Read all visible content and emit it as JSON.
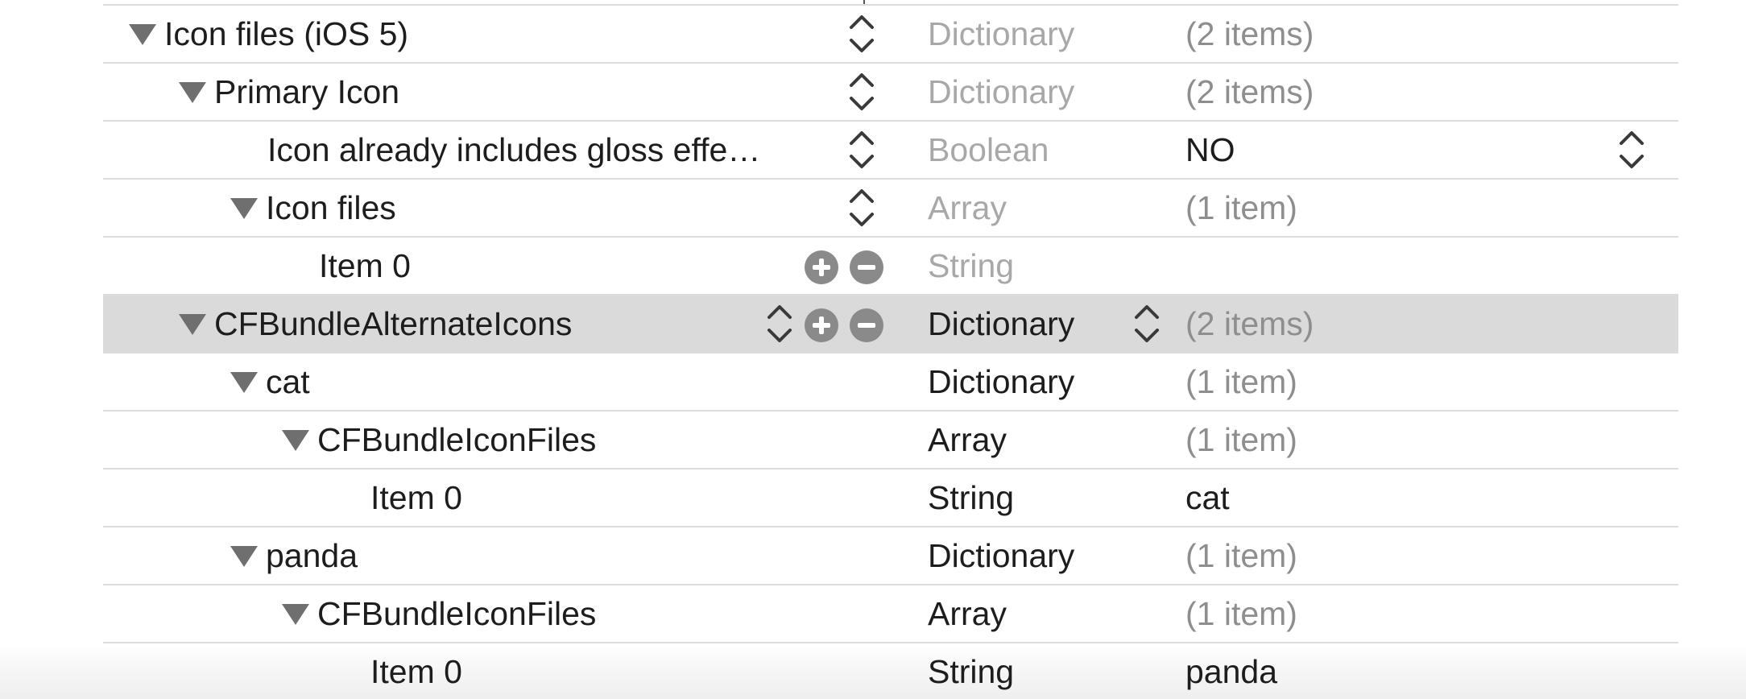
{
  "rows": [
    {
      "key": "Icon files (iOS 5)",
      "type": "Dictionary",
      "value": "(2 items)"
    },
    {
      "key": "Primary Icon",
      "type": "Dictionary",
      "value": "(2 items)"
    },
    {
      "key": "Icon already includes gloss effe…",
      "type": "Boolean",
      "value": "NO"
    },
    {
      "key": "Icon files",
      "type": "Array",
      "value": "(1 item)"
    },
    {
      "key": "Item 0",
      "type": "String",
      "value": ""
    },
    {
      "key": "CFBundleAlternateIcons",
      "type": "Dictionary",
      "value": "(2 items)"
    },
    {
      "key": "cat",
      "type": "Dictionary",
      "value": "(1 item)"
    },
    {
      "key": "CFBundleIconFiles",
      "type": "Array",
      "value": "(1 item)"
    },
    {
      "key": "Item 0",
      "type": "String",
      "value": "cat"
    },
    {
      "key": "panda",
      "type": "Dictionary",
      "value": "(1 item)"
    },
    {
      "key": "CFBundleIconFiles",
      "type": "Array",
      "value": "(1 item)"
    },
    {
      "key": "Item 0",
      "type": "String",
      "value": "panda"
    }
  ],
  "icons": {
    "disclosure": "disclosure-triangle-icon",
    "stepper": "up-down-chevron-icon",
    "add": "plus-circle-icon",
    "remove": "minus-circle-icon"
  },
  "colors": {
    "selected_row": "#dadada",
    "grid_line": "#dcdcdc",
    "dim_text": "#a8a8a8",
    "secondary_text": "#8e8e8e",
    "primary_text": "#1d1d1d"
  }
}
